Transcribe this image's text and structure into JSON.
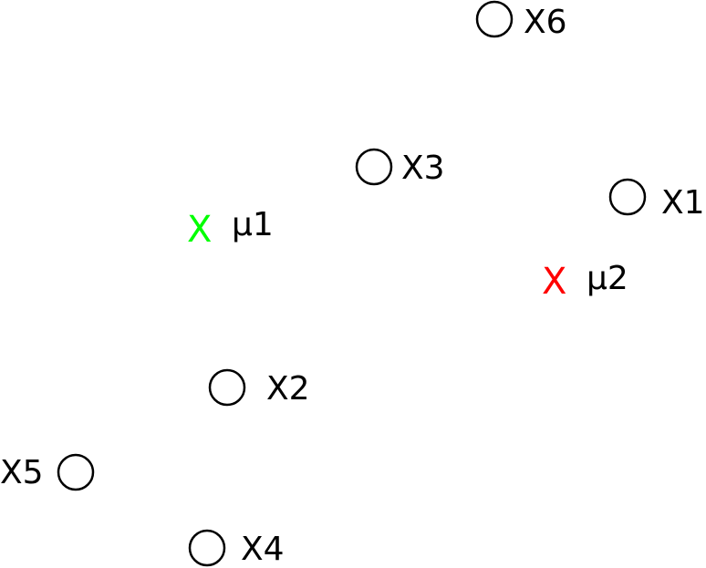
{
  "points": [
    {
      "id": "x6",
      "label": "X6"
    },
    {
      "id": "x3",
      "label": "X3"
    },
    {
      "id": "x1",
      "label": "X1"
    },
    {
      "id": "x2",
      "label": "X2"
    },
    {
      "id": "x5",
      "label": "X5"
    },
    {
      "id": "x4",
      "label": "X4"
    }
  ],
  "centroids": [
    {
      "id": "mu1",
      "mark": "X",
      "label": "μ1",
      "color": "#00ff00"
    },
    {
      "id": "mu2",
      "mark": "X",
      "label": "μ2",
      "color": "#ff0000"
    }
  ],
  "colors": {
    "point_stroke": "#000000",
    "label": "#000000",
    "background": "#ffffff"
  }
}
